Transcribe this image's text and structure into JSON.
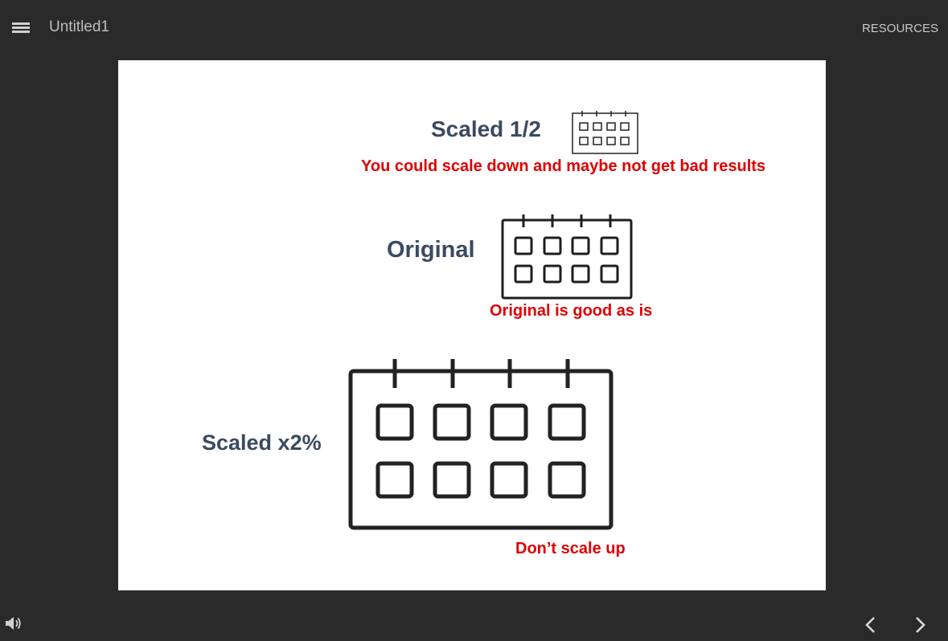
{
  "header": {
    "title": "Untitled1",
    "resources_label": "RESOURCES"
  },
  "slide": {
    "scaled_half_label": "Scaled 1/2",
    "scaled_half_note": "You could scale down and maybe not get bad results",
    "original_label": "Original",
    "original_note": "Original is good as is",
    "scaled_double_label": "Scaled x2%",
    "scaled_double_note": "Don’t scale up"
  },
  "icons": {
    "menu": "hamburger-menu-icon",
    "calendar": "calendar-icon",
    "volume": "speaker-volume-icon",
    "prev": "chevron-left-icon",
    "next": "chevron-right-icon"
  },
  "colors": {
    "background": "#2a2a2a",
    "slide": "#ffffff",
    "label": "#3a4a61",
    "note": "#e00000"
  }
}
